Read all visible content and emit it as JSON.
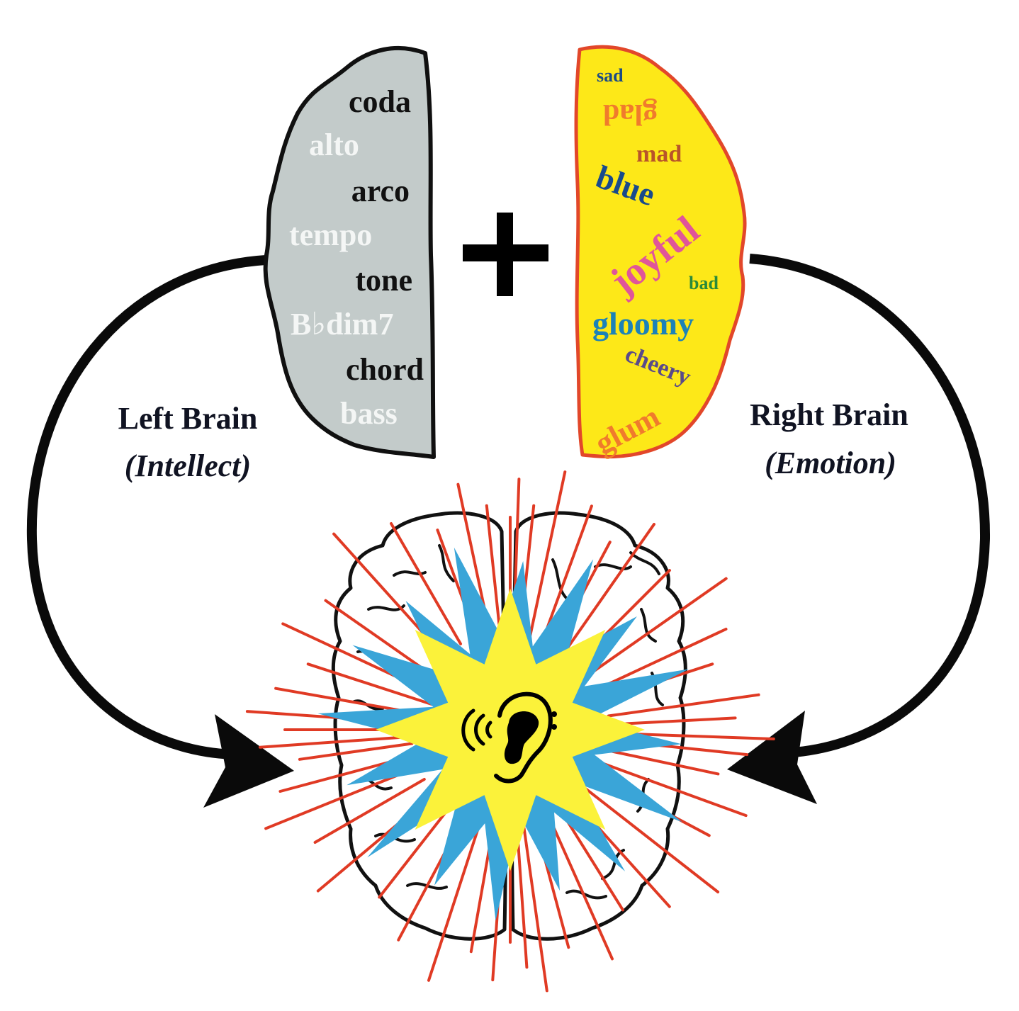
{
  "left_hemisphere": {
    "fill": "#c3cbca",
    "stroke": "#101010",
    "words": [
      {
        "text": "coda",
        "color": "#111111"
      },
      {
        "text": "alto",
        "color": "#f4f6f5"
      },
      {
        "text": "arco",
        "color": "#111111"
      },
      {
        "text": "tempo",
        "color": "#f4f6f5"
      },
      {
        "text": "tone",
        "color": "#111111"
      },
      {
        "text": "B♭dim7",
        "color": "#f4f6f5"
      },
      {
        "text": "chord",
        "color": "#111111"
      },
      {
        "text": "bass",
        "color": "#f4f6f5"
      }
    ]
  },
  "right_hemisphere": {
    "fill": "#fde818",
    "stroke": "#e2472a",
    "words": [
      {
        "text": "sad",
        "color": "#1b4a86"
      },
      {
        "text": "glad",
        "color": "#f07b2c"
      },
      {
        "text": "mad",
        "color": "#b8542a"
      },
      {
        "text": "blue",
        "color": "#184a8c"
      },
      {
        "text": "joyful",
        "color": "#e0559a"
      },
      {
        "text": "bad",
        "color": "#2a8a3a"
      },
      {
        "text": "gloomy",
        "color": "#1c82b8"
      },
      {
        "text": "cheery",
        "color": "#5a4a8a"
      },
      {
        "text": "glum",
        "color": "#f07b2c"
      }
    ]
  },
  "operator": {
    "symbol": "+"
  },
  "labels": {
    "left_title": "Left Brain",
    "left_subtitle": "(Intellect)",
    "right_title": "Right Brain",
    "right_subtitle": "(Emotion)"
  },
  "colors": {
    "arrow": "#0a0a0a",
    "burst_yellow": "#fbf23a",
    "burst_blue": "#3aa5d8",
    "rays": "#e03a24",
    "brain_outline": "#111111",
    "text_dark": "#101322"
  },
  "center_icon": "ear-hearing-icon"
}
